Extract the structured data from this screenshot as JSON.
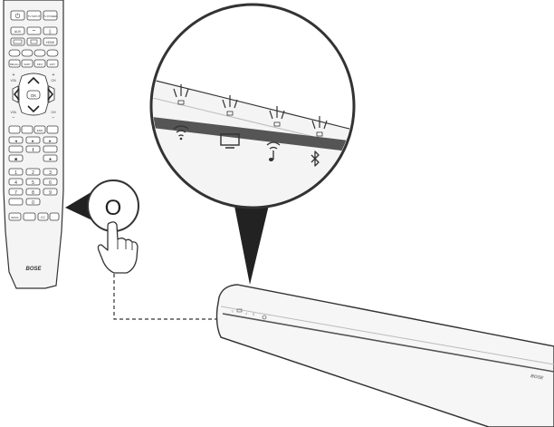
{
  "remote": {
    "top_labels": [
      "TV INPUT",
      "TV POWER"
    ],
    "row2_labels": [
      "AUX"
    ],
    "row3_labels": [
      "HDMI"
    ],
    "row5_labels": [
      "RECALL",
      "SHIFT",
      "INFO",
      "EXIT"
    ],
    "vol_label": "VOL",
    "ch_label": "CH",
    "ok_label": "OK",
    "rec_label": "ENG",
    "keypad": [
      "1",
      "2",
      "3",
      "4",
      "5",
      "6",
      "7",
      "8",
      "9",
      "0"
    ],
    "bottom_labels": [
      "BASS",
      "CC"
    ],
    "brand": "BOSE"
  },
  "callout": {
    "button_symbol": "O"
  },
  "indicators": [
    "wifi-icon",
    "tv-icon",
    "music-wifi-icon",
    "bluetooth-icon"
  ],
  "colors": {
    "line": "#333333",
    "light_gray": "#cccccc",
    "mid_gray": "#999999",
    "strip": "#555555",
    "fill": "#f2f2f2"
  }
}
